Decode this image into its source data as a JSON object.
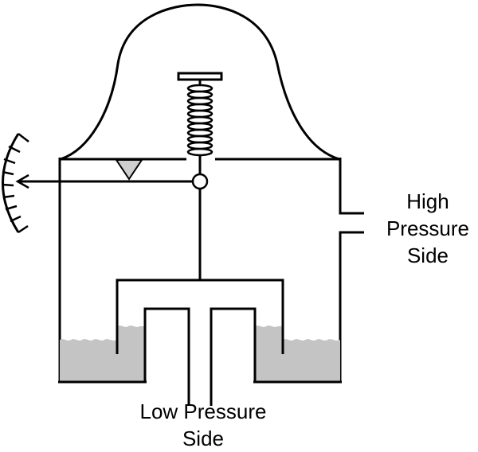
{
  "labels": {
    "high_pressure": [
      "High",
      "Pressure",
      "Side"
    ],
    "low_pressure": [
      "Low Pressure",
      "Side"
    ]
  },
  "colors": {
    "stroke": "#000000",
    "liquid": "#c4c4c4",
    "pointer_fill": "#cfcfcf",
    "background": "#ffffff"
  }
}
